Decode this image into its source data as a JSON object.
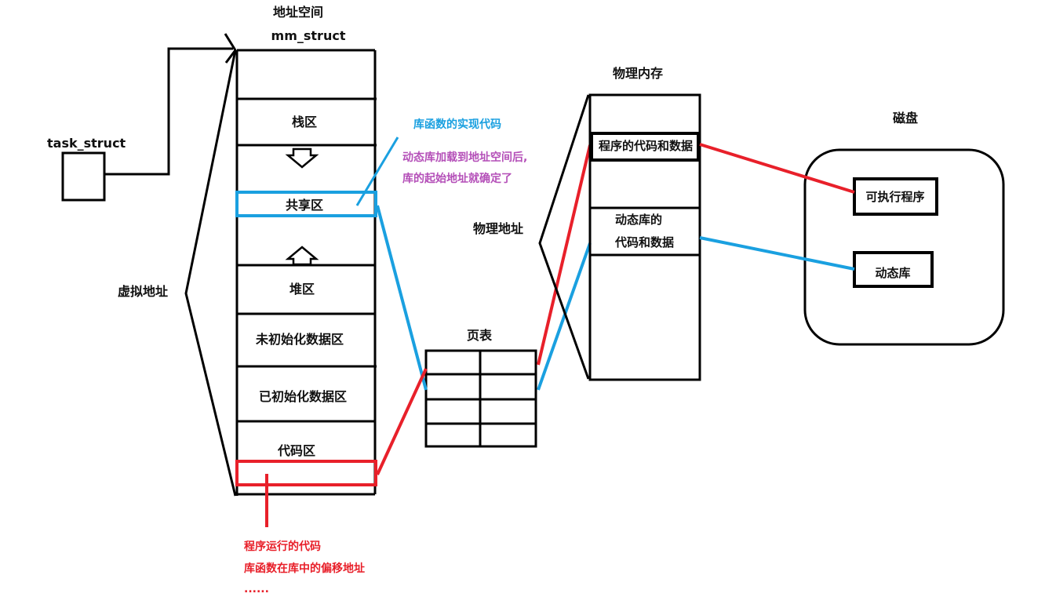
{
  "labels": {
    "address_space": "地址空间",
    "mm_struct": "mm_struct",
    "task_struct": "task_struct",
    "virtual_address": "虚拟地址",
    "physical_memory": "物理内存",
    "physical_address": "物理地址",
    "page_table": "页表",
    "disk": "磁盘"
  },
  "regions": {
    "stack": "栈区",
    "shared": "共享区",
    "heap": "堆区",
    "bss": "未初始化数据区",
    "data": "已初始化数据区",
    "code": "代码区"
  },
  "memory_blocks": {
    "program": "程序的代码和数据",
    "dynlib_line1": "动态库的",
    "dynlib_line2": "代码和数据"
  },
  "disk_items": {
    "executable": "可执行程序",
    "dynlib": "动态库"
  },
  "annotations": {
    "lib_impl": "库函数的实现代码",
    "lib_load_line1": "动态库加载到地址空间后,",
    "lib_load_line2": "库的起始地址就确定了",
    "code_line1": "程序运行的代码",
    "code_line2": "库函数在库中的偏移地址",
    "code_line3": "......"
  },
  "colors": {
    "red": "#e8202a",
    "blue": "#1aa0e0",
    "purple": "#b44fb8",
    "black": "#000000"
  }
}
